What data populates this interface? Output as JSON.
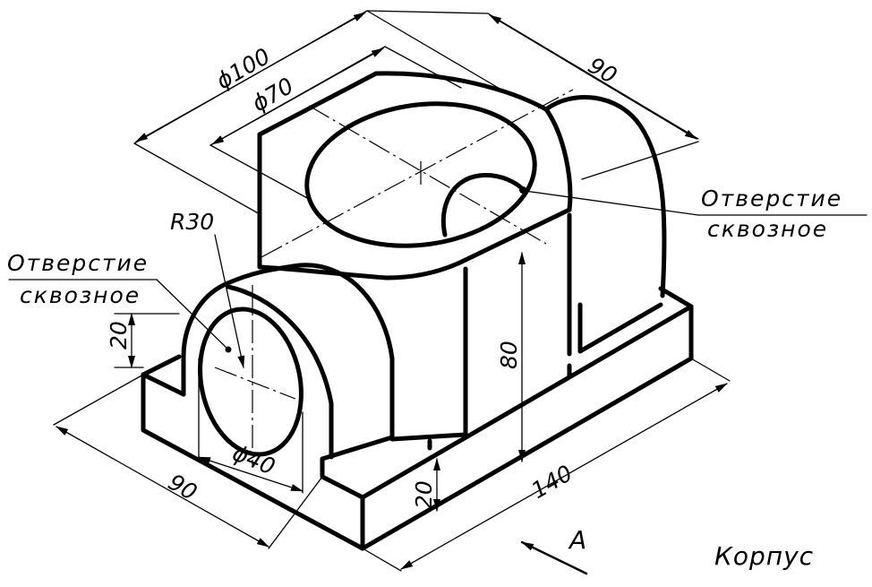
{
  "drawing": {
    "title": "Корпус",
    "view_label": "А",
    "dimensions": {
      "outer_diameter": "ϕ100",
      "inner_diameter": "ϕ70",
      "top_depth": "90",
      "height": "80",
      "length": "140",
      "base_width": "90",
      "base_height": "20",
      "boss_height": "20",
      "boss_radius": "R30",
      "hole_diameter": "ϕ40"
    },
    "notes": {
      "right_line1": "Отверстие",
      "right_line2": "сквозное",
      "left_line1": "Отверстие",
      "left_line2": "сквозное"
    }
  }
}
